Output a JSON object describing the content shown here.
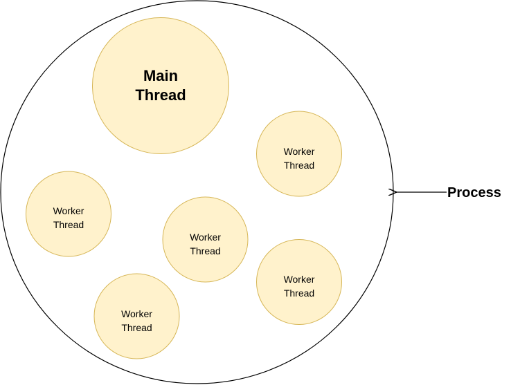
{
  "diagram": {
    "colors": {
      "thread_fill": "#FFF2CC",
      "thread_stroke": "#D6B656",
      "process_stroke": "#000000",
      "background": "#FFFFFF"
    },
    "process": {
      "label": "Process"
    },
    "threads": [
      {
        "kind": "main",
        "line1": "Main",
        "line2": "Thread"
      },
      {
        "kind": "worker",
        "line1": "Worker",
        "line2": "Thread"
      },
      {
        "kind": "worker",
        "line1": "Worker",
        "line2": "Thread"
      },
      {
        "kind": "worker",
        "line1": "Worker",
        "line2": "Thread"
      },
      {
        "kind": "worker",
        "line1": "Worker",
        "line2": "Thread"
      },
      {
        "kind": "worker",
        "line1": "Worker",
        "line2": "Thread"
      }
    ]
  }
}
